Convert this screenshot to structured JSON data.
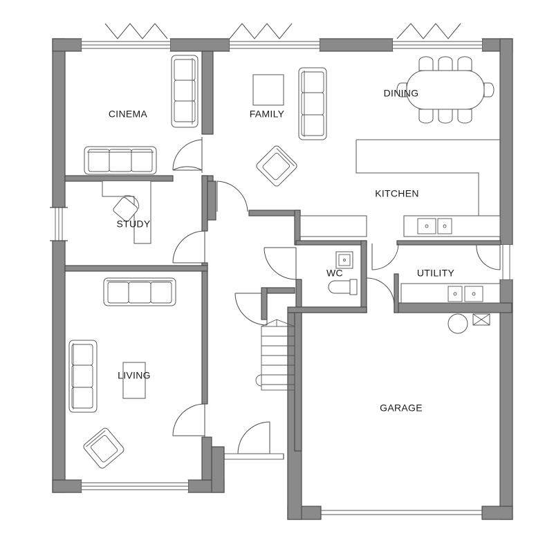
{
  "floorplan": {
    "rooms": {
      "cinema": "CINEMA",
      "family": "FAMILY",
      "dining": "DINING",
      "kitchen": "KITCHEN",
      "study": "STUDY",
      "wc": "WC",
      "utility": "UTILITY",
      "living": "LIVING",
      "garage": "GARAGE"
    },
    "colors": {
      "wall": "#8a8a8b",
      "line": "#4a4a4a",
      "background": "#ffffff"
    }
  }
}
